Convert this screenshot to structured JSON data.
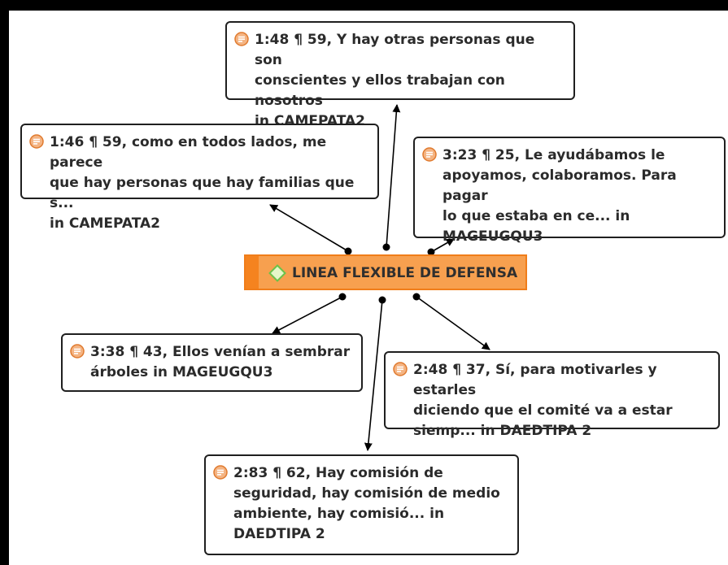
{
  "code_node": {
    "label": "LINEA FLEXIBLE DE DEFENSA",
    "icon": "code-diamond-icon",
    "colors": {
      "fill": "#f7a04f",
      "border": "#f07d1a",
      "strip": "#f5831f",
      "diamond_fill": "#e6f7c8",
      "diamond_stroke": "#6cc24a"
    }
  },
  "quotations": [
    {
      "id": "q-1-48",
      "lines": [
        "1:48 ¶ 59, Y hay otras personas que son",
        "conscientes y ellos trabajan con nosotros",
        "in CAMEPATA2"
      ]
    },
    {
      "id": "q-1-46",
      "lines": [
        "1:46 ¶ 59, como en todos lados, me parece",
        "que hay personas que hay familias que s...",
        "in CAMEPATA2"
      ]
    },
    {
      "id": "q-3-23",
      "lines": [
        "3:23 ¶ 25, Le ayudábamos le",
        "apoyamos, colaboramos. Para pagar",
        "lo que estaba en ce... in",
        "MAGEUGQU3"
      ]
    },
    {
      "id": "q-3-38",
      "lines": [
        "3:38 ¶ 43, Ellos venían a sembrar",
        "árboles in MAGEUGQU3"
      ]
    },
    {
      "id": "q-2-48",
      "lines": [
        "2:48 ¶ 37, Sí, para motivarles y estarles",
        "diciendo que el comité va a estar",
        "siemp... in DAEDTIPA 2"
      ]
    },
    {
      "id": "q-2-83",
      "lines": [
        "2:83 ¶ 62, Hay comisión de",
        "seguridad, hay comisión de medio",
        "ambiente, hay comisió... in",
        "DAEDTIPA 2"
      ]
    }
  ],
  "quote_icon": "quotation-document-icon",
  "quote_icon_colors": {
    "fill": "#f4b483",
    "stroke": "#e07a2e"
  }
}
